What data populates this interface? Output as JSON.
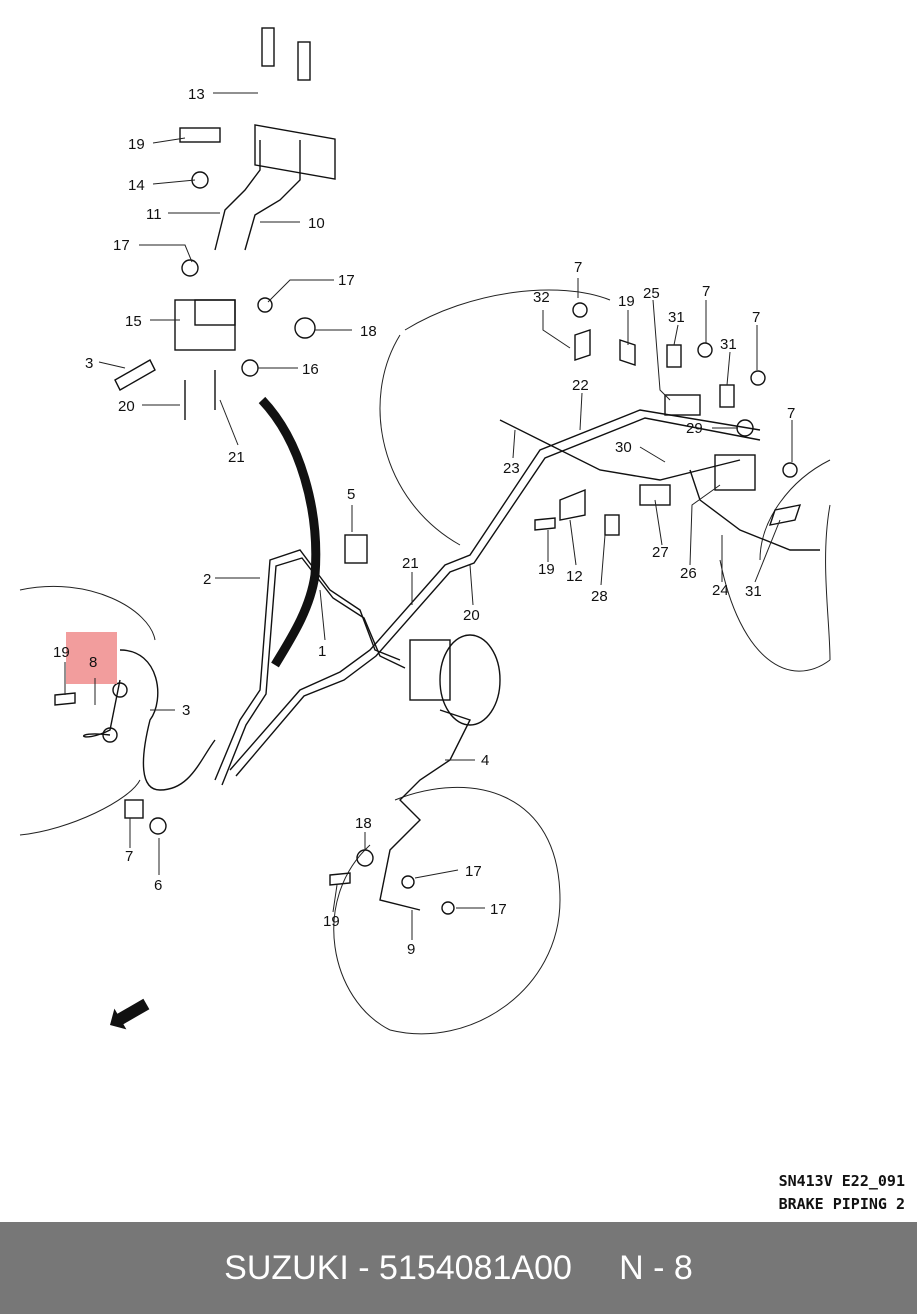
{
  "diagram": {
    "code_line_1": "SN413V E22_091",
    "code_line_2": "BRAKE PIPING 2",
    "highlight_color": "#f08c8c",
    "fwd_icon": "fwd-arrow-icon",
    "callouts": {
      "c13": "13",
      "c19a": "19",
      "c14": "14",
      "c11": "11",
      "c10": "10",
      "c17a": "17",
      "c17b": "17",
      "c15": "15",
      "c18a": "18",
      "c3a": "3",
      "c16": "16",
      "c20a": "20",
      "c21a": "21",
      "c5": "5",
      "c2": "2",
      "c1": "1",
      "c21b": "21",
      "c20b": "20",
      "c32": "32",
      "c7a": "7",
      "c19b": "19",
      "c25": "25",
      "c7b": "7",
      "c31a": "31",
      "c31b": "31",
      "c7c": "7",
      "c22": "22",
      "c29": "29",
      "c30": "30",
      "c7d": "7",
      "c23": "23",
      "c19c": "19",
      "c12": "12",
      "c28": "28",
      "c27": "27",
      "c26": "26",
      "c24": "24",
      "c31c": "31",
      "c19d": "19",
      "c8": "8",
      "c3b": "3",
      "c4": "4",
      "c7e": "7",
      "c6": "6",
      "c18b": "18",
      "c17c": "17",
      "c17d": "17",
      "c19e": "19",
      "c9": "9"
    }
  },
  "footer": {
    "text": "SUZUKI - 5154081A00     N - 8"
  }
}
